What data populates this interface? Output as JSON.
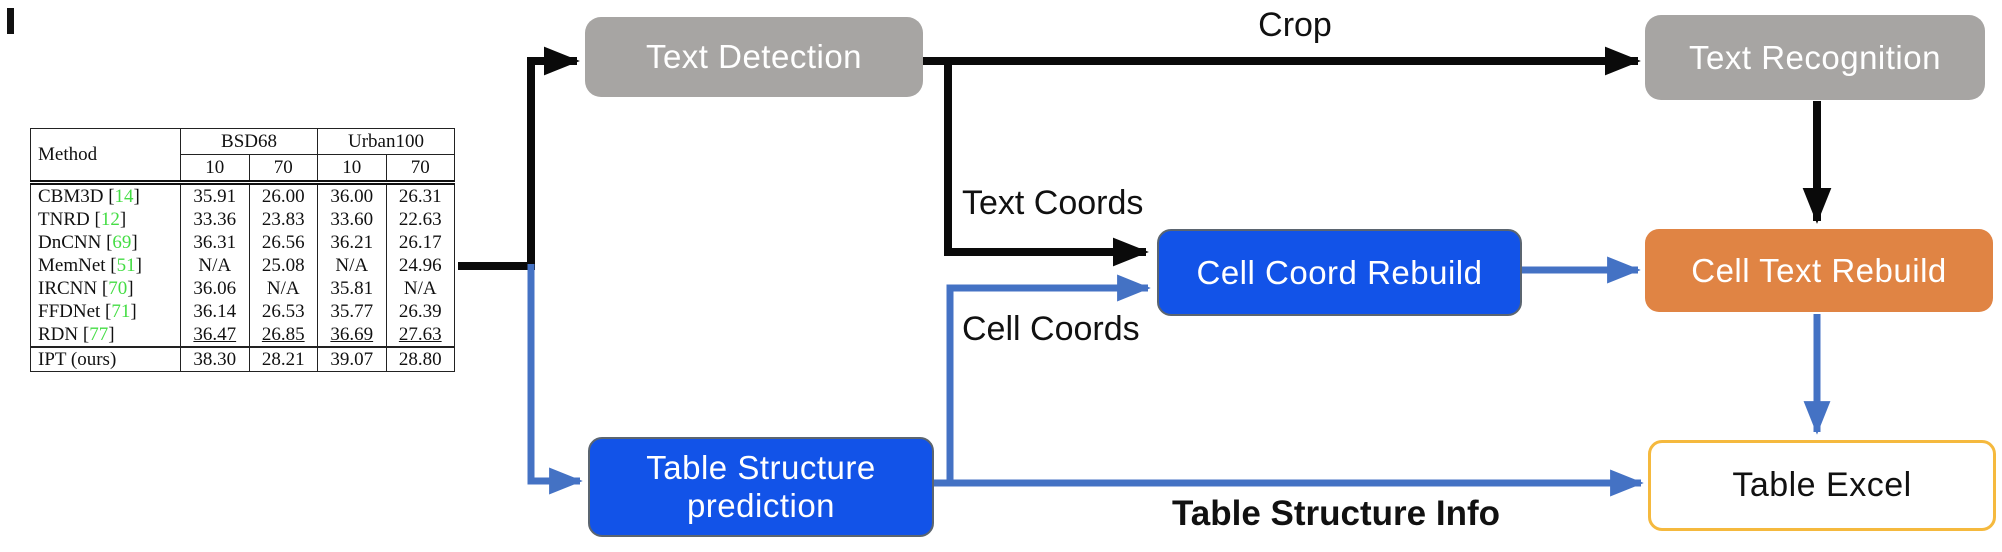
{
  "colors": {
    "gray_box": "#a7a5a3",
    "blue_box": "#1253e8",
    "orange_box": "#e08444",
    "gold_border": "#f5b93e",
    "blue_arrow": "#4472c4",
    "black_arrow": "#0a0a0a",
    "cite_green": "#44dd44"
  },
  "nodes": {
    "text_detection": "Text Detection",
    "text_recognition": "Text Recognition",
    "cell_coord_rebuild": "Cell Coord Rebuild",
    "cell_text_rebuild": "Cell Text Rebuild",
    "table_structure_prediction_line1": "Table Structure",
    "table_structure_prediction_line2": "prediction",
    "table_excel": "Table Excel"
  },
  "edge_labels": {
    "crop": "Crop",
    "text_coords": "Text Coords",
    "cell_coords": "Cell Coords",
    "table_structure_info": "Table Structure Info"
  },
  "table": {
    "header": {
      "method": "Method",
      "groups": [
        "BSD68",
        "Urban100"
      ],
      "sub": [
        "10",
        "70",
        "10",
        "70"
      ]
    },
    "rows": [
      {
        "method": "CBM3D",
        "cite": "14",
        "values": [
          "35.91",
          "26.00",
          "36.00",
          "26.31"
        ]
      },
      {
        "method": "TNRD",
        "cite": "12",
        "values": [
          "33.36",
          "23.83",
          "33.60",
          "22.63"
        ]
      },
      {
        "method": "DnCNN",
        "cite": "69",
        "values": [
          "36.31",
          "26.56",
          "36.21",
          "26.17"
        ]
      },
      {
        "method": "MemNet",
        "cite": "51",
        "values": [
          "N/A",
          "25.08",
          "N/A",
          "24.96"
        ]
      },
      {
        "method": "IRCNN",
        "cite": "70",
        "values": [
          "36.06",
          "N/A",
          "35.81",
          "N/A"
        ]
      },
      {
        "method": "FFDNet",
        "cite": "71",
        "values": [
          "36.14",
          "26.53",
          "35.77",
          "26.39"
        ]
      },
      {
        "method": "RDN",
        "cite": "77",
        "values": [
          "36.47",
          "26.85",
          "36.69",
          "27.63"
        ]
      },
      {
        "method": "IPT (ours)",
        "cite": null,
        "values": [
          "38.30",
          "28.21",
          "39.07",
          "28.80"
        ]
      }
    ]
  }
}
